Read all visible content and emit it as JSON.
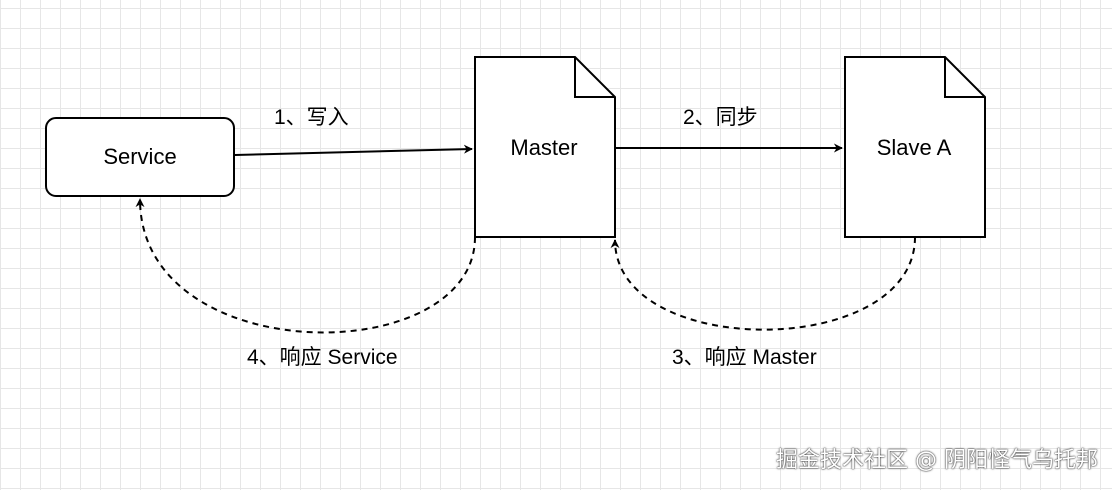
{
  "nodes": {
    "service": "Service",
    "master": "Master",
    "slave": "Slave A"
  },
  "edges": {
    "write": "1、写入",
    "sync": "2、同步",
    "ack_master": "3、响应 Master",
    "ack_service": "4、响应 Service"
  },
  "watermark": "掘金技术社区 @ 阴阳怪气乌托邦",
  "colors": {
    "stroke": "#000000",
    "node_fill": "#ffffff",
    "grid": "#e6e6e6"
  }
}
